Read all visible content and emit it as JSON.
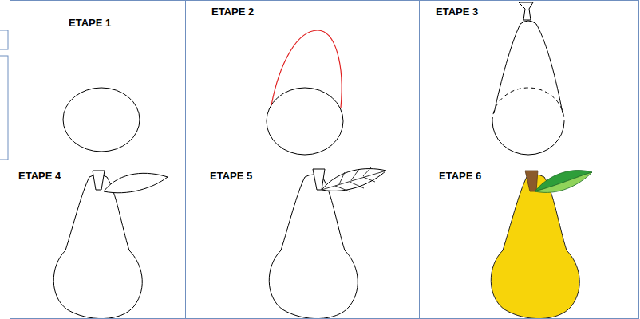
{
  "diagram": {
    "nodes": [
      {
        "text": [
          "ETAPE 1"
        ]
      },
      {
        "text": [
          "ETAPE 2"
        ]
      },
      {
        "text": [
          "ETAPE 3"
        ]
      },
      {
        "text": [
          "ETAPE 4"
        ]
      },
      {
        "text": [
          "ETAPE 5"
        ]
      },
      {
        "text": [
          "ETAPE 6"
        ]
      }
    ]
  }
}
